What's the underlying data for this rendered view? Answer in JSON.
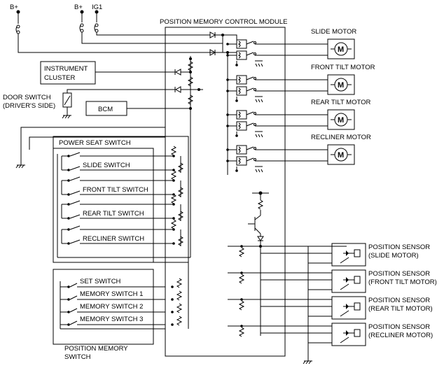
{
  "supply": {
    "b_plus_1": "B+",
    "b_plus_2": "B+",
    "ig1": "IG1"
  },
  "module": {
    "title": "POSITION MEMORY CONTROL MODULE"
  },
  "left_components": {
    "instrument_cluster_line1": "INSTRUMENT",
    "instrument_cluster_line2": "CLUSTER",
    "door_switch_line1": "DOOR SWITCH",
    "door_switch_line2": "(DRIVER'S SIDE)",
    "bcm": "BCM"
  },
  "power_seat_switch": {
    "title": "POWER SEAT SWITCH",
    "switches": [
      "SLIDE SWITCH",
      "FRONT TILT SWITCH",
      "REAR TILT SWITCH",
      "RECLINER SWITCH"
    ]
  },
  "position_memory_switch": {
    "title_line1": "POSITION MEMORY",
    "title_line2": "SWITCH",
    "switches": [
      "SET SWITCH",
      "MEMORY SWITCH 1",
      "MEMORY SWITCH 2",
      "MEMORY SWITCH 3"
    ]
  },
  "motors": [
    {
      "label": "SLIDE MOTOR",
      "symbol": "M"
    },
    {
      "label": "FRONT TILT MOTOR",
      "symbol": "M"
    },
    {
      "label": "REAR TILT MOTOR",
      "symbol": "M"
    },
    {
      "label": "RECLINER MOTOR",
      "symbol": "M"
    }
  ],
  "sensors": [
    {
      "line1": "POSITION SENSOR",
      "line2": "(SLIDE MOTOR)"
    },
    {
      "line1": "POSITION SENSOR",
      "line2": "(FRONT TILT MOTOR)"
    },
    {
      "line1": "POSITION SENSOR",
      "line2": "(REAR TILT MOTOR)"
    },
    {
      "line1": "POSITION SENSOR",
      "line2": "(RECLINER MOTOR)"
    }
  ],
  "icons": [
    "fuse-icon",
    "diode-icon",
    "relay-icon",
    "motor-icon",
    "transistor-icon",
    "ground-icon",
    "switch-icon",
    "potentiometer-icon"
  ]
}
